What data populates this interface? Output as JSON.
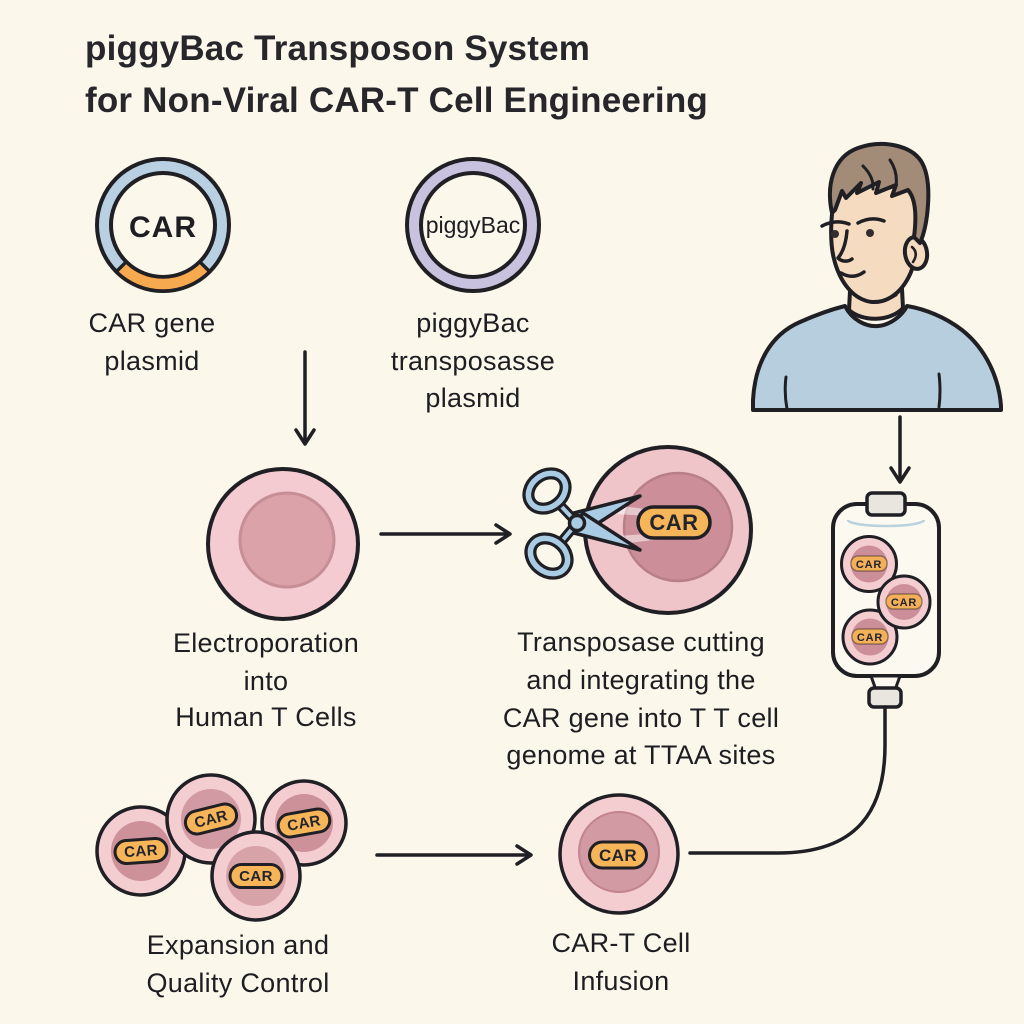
{
  "title": {
    "line1": "piggyBac Transposon System",
    "line2": "for Non-Viral CAR-T Cell Engineering"
  },
  "plasmids": {
    "car_gene": {
      "ring_text": "CAR",
      "caption": [
        "CAR gene",
        "plasmid"
      ]
    },
    "piggybac": {
      "ring_text": "piggyBac",
      "caption": [
        "piggyBac",
        "transposasse",
        "plasmid"
      ]
    }
  },
  "steps": {
    "electroporation": {
      "caption": [
        "Electroporation",
        "into",
        "Human T Cells"
      ]
    },
    "transposase": {
      "gene_tag": "CAR",
      "caption": [
        "Transposase cutting",
        "and integrating the",
        "CAR gene into T T cell",
        "genome at TTAA sites"
      ]
    },
    "expansion": {
      "cell_tags": [
        "CAR",
        "CAR",
        "CAR",
        "CAR"
      ],
      "caption": [
        "Expansion and",
        "Quality Control"
      ]
    },
    "infusion": {
      "cell_tag": "CAR",
      "caption": [
        "CAR-T Cell",
        "Infusion"
      ]
    },
    "iv_bag": {
      "cell_tags": [
        "CAR",
        "CAR",
        "CAR"
      ]
    }
  },
  "icons": {
    "scissors": "transposase-scissors",
    "arrow": "flow-arrow"
  },
  "colors": {
    "background": "#FBF7EA",
    "ink": "#1F1F24",
    "plasmid_ring_blue": "#B9D0E2",
    "plasmid_insert_orange": "#F7A94F",
    "plasmid_ring_purple": "#C9C2DE",
    "cell_body_pink": "#F4CDD1",
    "cell_nucleus_pink": "#D29AA2",
    "car_capsule_orange": "#F6B558",
    "scissors_blue": "#A9CBE3",
    "skin": "#F5DCC1",
    "hair_brown": "#A28B77",
    "shirt_blue": "#B6CEDD",
    "iv_bag_fill": "#FCF9F0",
    "port_gray": "#E9E6E0"
  }
}
